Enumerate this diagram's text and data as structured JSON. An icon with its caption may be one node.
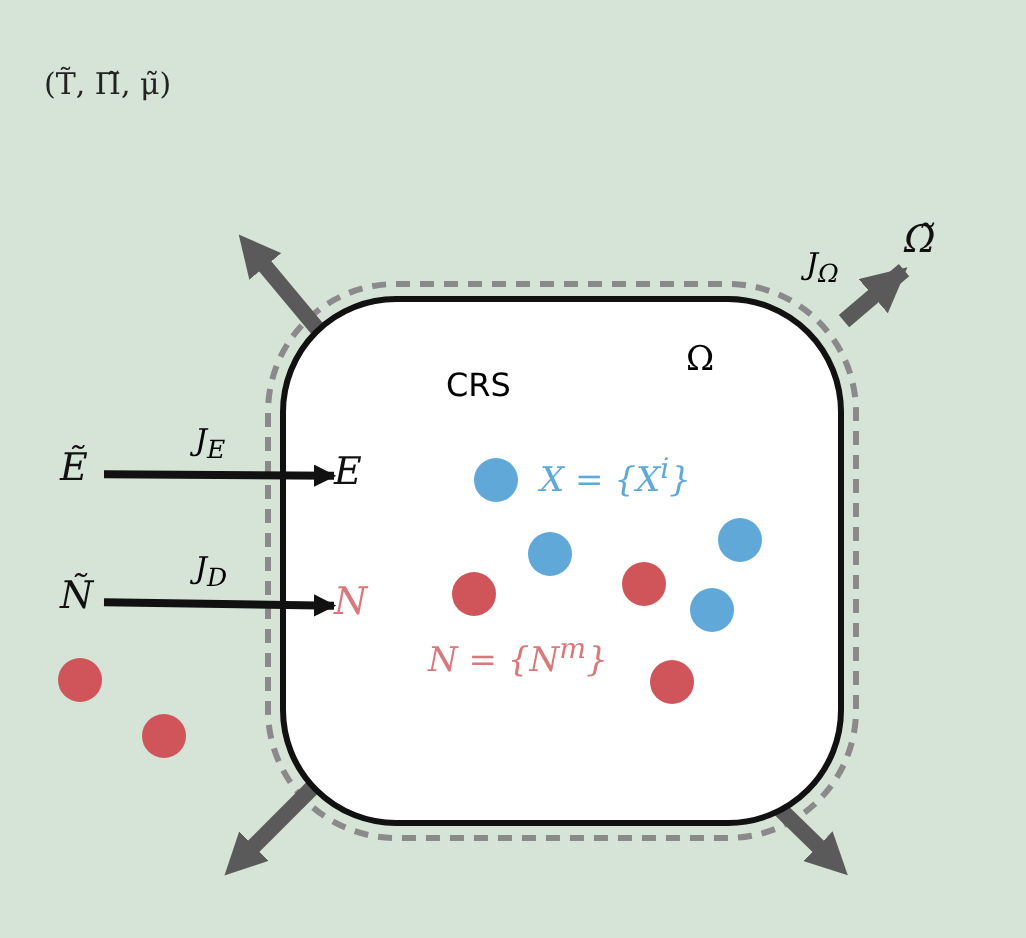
{
  "diagram": {
    "nodes": [
      {
        "text": [
          "CRS"
        ],
        "beside": [
          "Ω"
        ]
      },
      {
        "text": [
          "Ẽ"
        ]
      },
      {
        "text": [
          "E"
        ],
        "in": 0
      },
      {
        "text": [
          "Ñ"
        ]
      },
      {
        "text": [
          "N"
        ],
        "in": 0
      },
      {
        "text": [
          "Ω̃"
        ]
      }
    ],
    "edges": [
      {
        "from": 1,
        "to": 2,
        "arrow": "to",
        "label": "J$_{E}$"
      },
      {
        "from": 3,
        "to": 4,
        "arrow": "to",
        "label": "J$_{D}$"
      },
      {
        "from": 0,
        "to": 5,
        "arrow": "to",
        "label": "J$_{Ω}$",
        "style": "thick",
        "color": "#5a5a5a"
      }
    ],
    "labels": [
      "(T̃, Π̃, μ̃)",
      "X = {X$^{i}$}",
      "N = {N$^{m}$}"
    ]
  }
}
